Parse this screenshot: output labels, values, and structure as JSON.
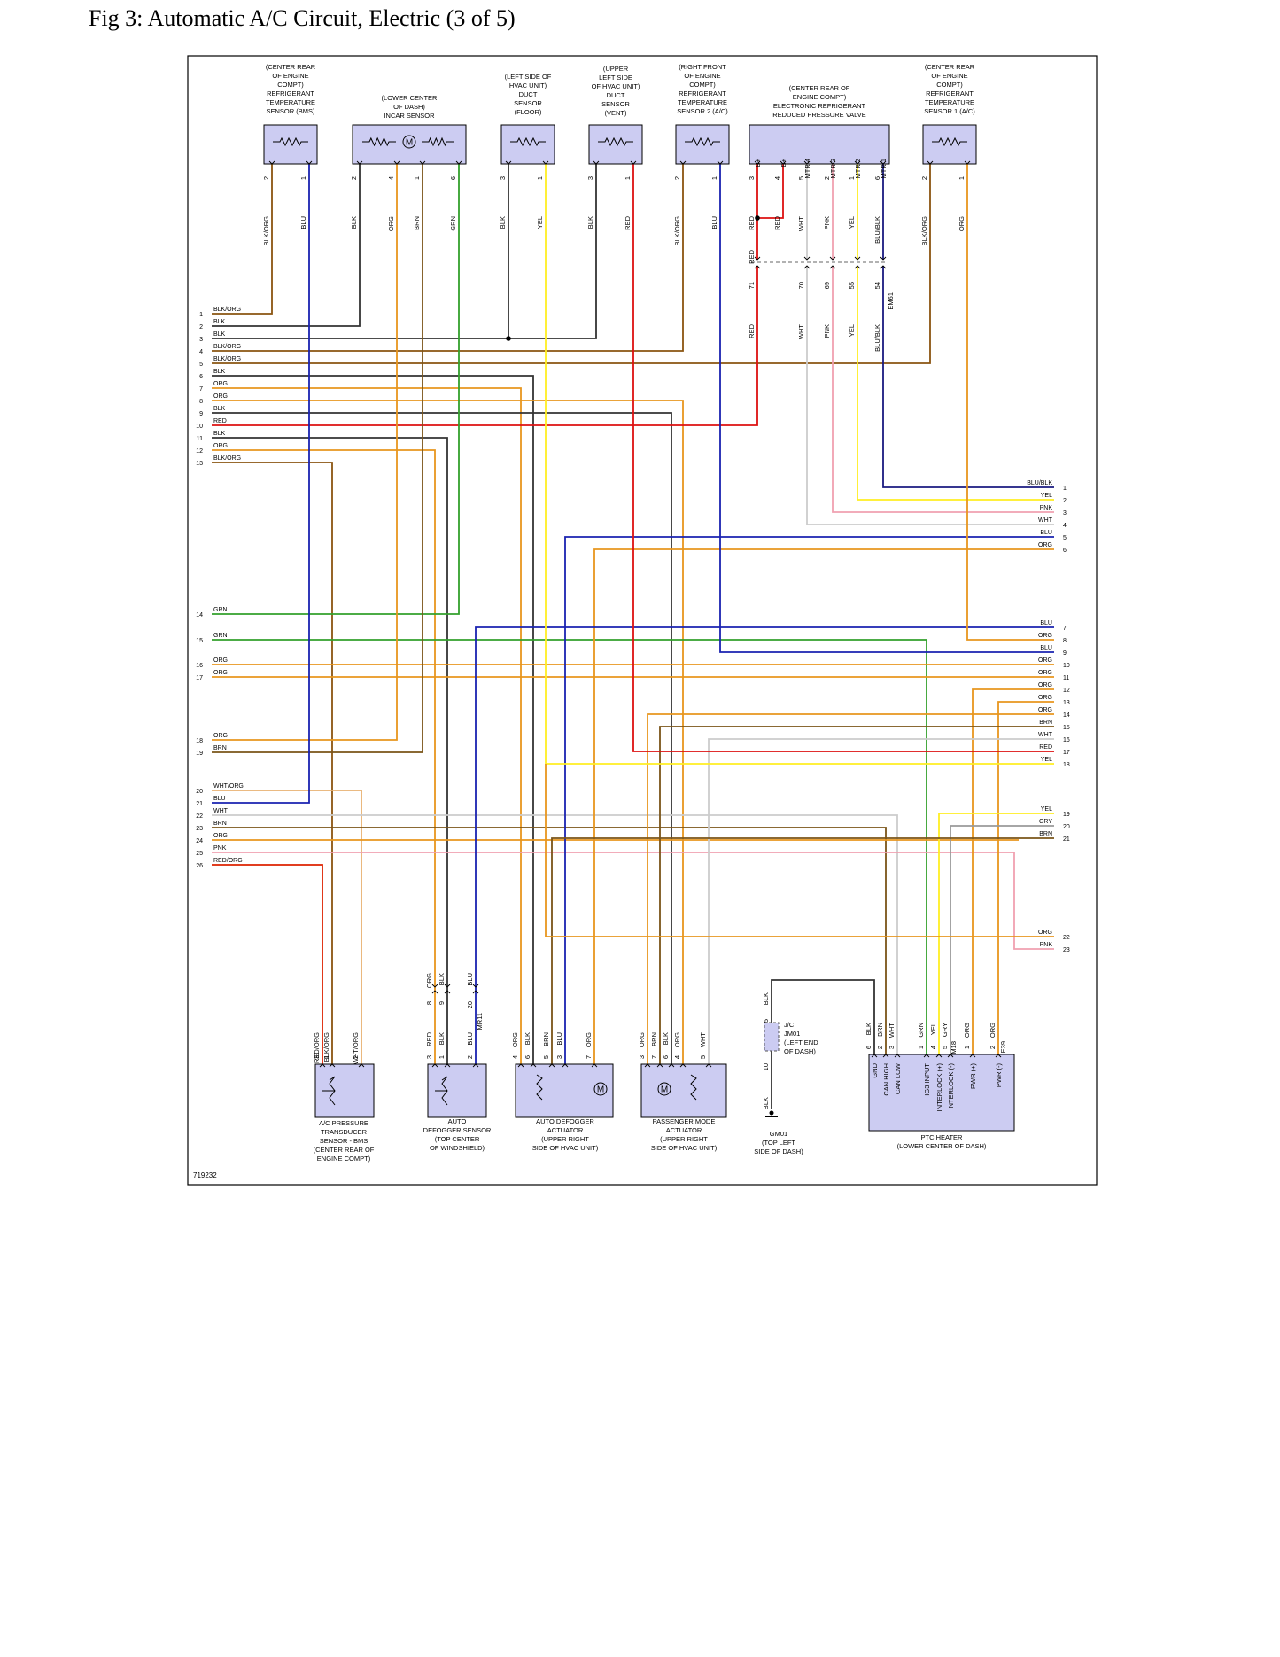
{
  "page": {
    "title": "Fig 3: Automatic A/C Circuit, Electric (3 of 5)",
    "figure_id": "719232"
  },
  "colors": {
    "ORG": "#e8961e",
    "BLK/ORG": "#8a5410",
    "BLK": "#333333",
    "BRN": "#7a5418",
    "GRN": "#33a02c",
    "BLU": "#1a22b0",
    "YEL": "#ffee22",
    "RED": "#dd1111",
    "WHT": "#cccccc",
    "PNK": "#f0a0b0",
    "BLU/BLK": "#1a1a80",
    "WHT/ORG": "#e8b070",
    "RED/ORG": "#dd2200",
    "GRY": "#999999",
    "component_fill": "#ccccf2"
  },
  "top_components": [
    {
      "label": [
        "(CENTER REAR",
        "OF ENGINE",
        "COMPT)",
        "REFRIGERANT",
        "TEMPERATURE",
        "SENSOR (BMS)"
      ],
      "pins": [
        {
          "num": "2",
          "color": "BLK/ORG"
        },
        {
          "num": "1",
          "color": "BLU"
        }
      ]
    },
    {
      "label": [
        "(LOWER CENTER",
        "OF DASH)",
        "INCAR SENSOR"
      ],
      "pins": [
        {
          "num": "2",
          "color": "BLK"
        },
        {
          "num": "4",
          "color": "ORG"
        },
        {
          "num": "1",
          "color": "BRN"
        },
        {
          "num": "6",
          "color": "GRN"
        }
      ]
    },
    {
      "label": [
        "(LEFT SIDE OF",
        "HVAC UNIT)",
        "DUCT",
        "SENSOR",
        "(FLOOR)"
      ],
      "pins": [
        {
          "num": "3",
          "color": "BLK"
        },
        {
          "num": "1",
          "color": "YEL"
        }
      ]
    },
    {
      "label": [
        "(UPPER",
        "LEFT SIDE",
        "OF HVAC UNIT)",
        "DUCT",
        "SENSOR",
        "(VENT)"
      ],
      "pins": [
        {
          "num": "3",
          "color": "BLK"
        },
        {
          "num": "1",
          "color": "RED"
        }
      ]
    },
    {
      "label": [
        "(RIGHT FRONT",
        "OF ENGINE",
        "COMPT)",
        "REFRIGERANT",
        "TEMPERATURE",
        "SENSOR 2 (A/C)"
      ],
      "pins": [
        {
          "num": "2",
          "color": "BLK/ORG"
        },
        {
          "num": "1",
          "color": "BLU"
        }
      ]
    },
    {
      "label": [
        "(CENTER REAR OF",
        "ENGINE COMPT)",
        "ELECTRONIC REFRIGERANT",
        "REDUCED PRESSURE VALVE"
      ],
      "pin_names": [
        "B+",
        "B+",
        "MTR 4",
        "MTR 3",
        "MTR 2",
        "MTR 1"
      ],
      "pins": [
        {
          "num": "3",
          "color": "RED"
        },
        {
          "num": "4",
          "color": "RED"
        },
        {
          "num": "5",
          "color": "WHT"
        },
        {
          "num": "2",
          "color": "PNK"
        },
        {
          "num": "1",
          "color": "YEL"
        },
        {
          "num": "6",
          "color": "BLU/BLK"
        }
      ]
    },
    {
      "label": [
        "(CENTER REAR",
        "OF ENGINE",
        "COMPT)",
        "REFRIGERANT",
        "TEMPERATURE",
        "SENSOR 1 (A/C)"
      ],
      "pins": [
        {
          "num": "2",
          "color": "BLK/ORG"
        },
        {
          "num": "1",
          "color": "ORG"
        }
      ]
    }
  ],
  "em61": {
    "name": "EM61",
    "pins": [
      {
        "num": "71",
        "color": "RED"
      },
      {
        "num": "70",
        "color": "WHT"
      },
      {
        "num": "69",
        "color": "PNK"
      },
      {
        "num": "55",
        "color": "YEL"
      },
      {
        "num": "54",
        "color": "BLU/BLK"
      }
    ]
  },
  "left_connector": [
    {
      "num": "1",
      "color": "BLK/ORG"
    },
    {
      "num": "2",
      "color": "BLK"
    },
    {
      "num": "3",
      "color": "BLK"
    },
    {
      "num": "4",
      "color": "BLK/ORG"
    },
    {
      "num": "5",
      "color": "BLK/ORG"
    },
    {
      "num": "6",
      "color": "BLK"
    },
    {
      "num": "7",
      "color": "ORG"
    },
    {
      "num": "8",
      "color": "ORG"
    },
    {
      "num": "9",
      "color": "BLK"
    },
    {
      "num": "10",
      "color": "RED"
    },
    {
      "num": "11",
      "color": "BLK"
    },
    {
      "num": "12",
      "color": "ORG"
    },
    {
      "num": "13",
      "color": "BLK/ORG"
    },
    {
      "num": "14",
      "color": "GRN"
    },
    {
      "num": "15",
      "color": "GRN"
    },
    {
      "num": "16",
      "color": "ORG"
    },
    {
      "num": "17",
      "color": "ORG"
    },
    {
      "num": "18",
      "color": "ORG"
    },
    {
      "num": "19",
      "color": "BRN"
    },
    {
      "num": "20",
      "color": "WHT/ORG"
    },
    {
      "num": "21",
      "color": "BLU"
    },
    {
      "num": "22",
      "color": "WHT"
    },
    {
      "num": "23",
      "color": "BRN"
    },
    {
      "num": "24",
      "color": "ORG"
    },
    {
      "num": "25",
      "color": "PNK"
    },
    {
      "num": "26",
      "color": "RED/ORG"
    }
  ],
  "right_connector": [
    {
      "num": "1",
      "color": "BLU/BLK"
    },
    {
      "num": "2",
      "color": "YEL"
    },
    {
      "num": "3",
      "color": "PNK"
    },
    {
      "num": "4",
      "color": "WHT"
    },
    {
      "num": "5",
      "color": "BLU"
    },
    {
      "num": "6",
      "color": "ORG"
    },
    {
      "num": "7",
      "color": "BLU"
    },
    {
      "num": "8",
      "color": "ORG"
    },
    {
      "num": "9",
      "color": "BLU"
    },
    {
      "num": "10",
      "color": "ORG"
    },
    {
      "num": "11",
      "color": "ORG"
    },
    {
      "num": "12",
      "color": "ORG"
    },
    {
      "num": "13",
      "color": "ORG"
    },
    {
      "num": "14",
      "color": "ORG"
    },
    {
      "num": "15",
      "color": "BRN"
    },
    {
      "num": "16",
      "color": "WHT"
    },
    {
      "num": "17",
      "color": "RED"
    },
    {
      "num": "18",
      "color": "YEL"
    },
    {
      "num": "19",
      "color": "YEL"
    },
    {
      "num": "20",
      "color": "GRY"
    },
    {
      "num": "21",
      "color": "BRN"
    },
    {
      "num": "22",
      "color": "ORG"
    },
    {
      "num": "23",
      "color": "PNK"
    }
  ],
  "bottom_components": [
    {
      "label": [
        "A/C PRESSURE",
        "TRANSDUCER",
        "SENSOR - BMS",
        "(CENTER REAR OF",
        "ENGINE COMPT)"
      ],
      "pins": [
        {
          "num": "3",
          "color": "RED/ORG"
        },
        {
          "num": "1",
          "color": "BLK/ORG"
        },
        {
          "num": "2",
          "color": "WHT/ORG"
        }
      ]
    },
    {
      "label": [
        "AUTO",
        "DEFOGGER SENSOR",
        "(TOP CENTER",
        "OF WINDSHIELD)"
      ],
      "pins": [
        {
          "num": "3",
          "color": "RED"
        },
        {
          "num": "1",
          "color": "BLK"
        },
        {
          "num": "2",
          "color": "BLU"
        }
      ],
      "inline": {
        "name": "MR11",
        "pins": [
          {
            "num": "8",
            "color": "ORG"
          },
          {
            "num": "9",
            "color": "BLK"
          },
          {
            "num": "20",
            "color": "BLU"
          }
        ]
      }
    },
    {
      "label": [
        "AUTO DEFOGGER",
        "ACTUATOR",
        "(UPPER RIGHT",
        "SIDE OF HVAC UNIT)"
      ],
      "pins": [
        {
          "num": "4",
          "color": "ORG"
        },
        {
          "num": "6",
          "color": "BLK"
        },
        {
          "num": "5",
          "color": "BRN"
        },
        {
          "num": "3",
          "color": "BLU"
        },
        {
          "num": "7",
          "color": "ORG"
        }
      ]
    },
    {
      "label": [
        "PASSENGER MODE",
        "ACTUATOR",
        "(UPPER RIGHT",
        "SIDE OF HVAC UNIT)"
      ],
      "pins": [
        {
          "num": "3",
          "color": "ORG"
        },
        {
          "num": "7",
          "color": "BRN"
        },
        {
          "num": "6",
          "color": "BLK"
        },
        {
          "num": "4",
          "color": "ORG"
        },
        {
          "num": "5",
          "color": "WHT"
        }
      ]
    },
    {
      "label": [
        "GM01",
        "(TOP LEFT",
        "SIDE OF DASH)"
      ],
      "pins": [
        {
          "num": "5",
          "color": "BLK"
        },
        {
          "num": "10",
          "color": "BLK"
        }
      ],
      "jc": [
        "J/C",
        "JM01",
        "(LEFT END",
        "OF DASH)"
      ]
    },
    {
      "label": [
        "PTC HEATER",
        "(LOWER CENTER OF DASH)"
      ],
      "pin_names": [
        "GND",
        "CAN HIGH",
        "CAN LOW",
        "IG3 INPUT",
        "INTERLOCK (+)",
        "INTERLOCK (-)",
        "PWR (+)",
        "PWR (-)"
      ],
      "pins": [
        {
          "num": "6",
          "color": "BLK"
        },
        {
          "num": "2",
          "color": "BRN"
        },
        {
          "num": "3",
          "color": "WHT"
        },
        {
          "num": "1",
          "color": "GRN"
        },
        {
          "num": "4",
          "color": "YEL"
        },
        {
          "num": "5",
          "color": "GRY"
        },
        {
          "num": "1",
          "color": "ORG"
        },
        {
          "num": "2",
          "color": "ORG"
        }
      ],
      "connectors": [
        "M18",
        "E39"
      ]
    }
  ]
}
